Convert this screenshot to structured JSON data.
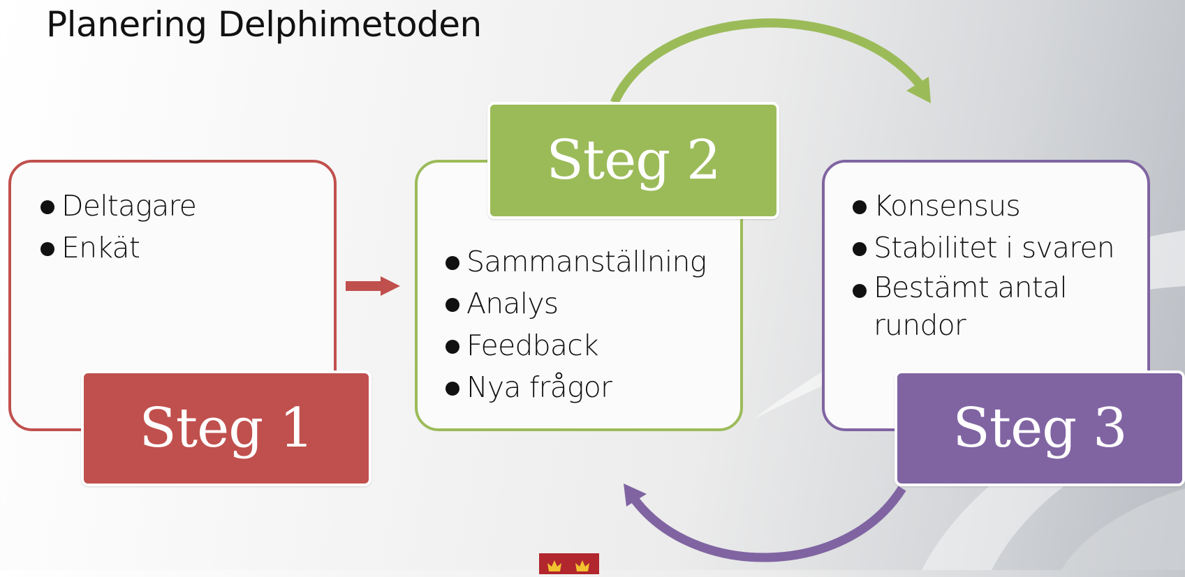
{
  "slide": {
    "title": "Planering Delphimetoden"
  },
  "steps": [
    {
      "label": "Steg 1",
      "color": "#c0504d",
      "bullets": [
        "Deltagare",
        "Enkät"
      ]
    },
    {
      "label": "Steg 2",
      "color": "#9bbb59",
      "bullets": [
        "Sammanställning",
        "Analys",
        "Feedback",
        "Nya frågor"
      ]
    },
    {
      "label": "Steg 3",
      "color": "#8064a2",
      "bullets": [
        "Konsensus",
        "Stabilitet i svaren",
        "Bestämt antal rundor"
      ]
    }
  ],
  "logo": {
    "icon": "crown-emblem-icon",
    "color": "#b1272d"
  }
}
